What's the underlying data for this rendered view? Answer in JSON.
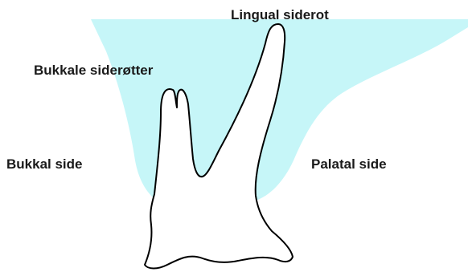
{
  "labels": {
    "lingual_root": "Lingual siderot",
    "buccal_roots": "Bukkale siderøtter",
    "buccal_side": "Bukkal side",
    "palatal_side": "Palatal side"
  },
  "colors": {
    "bone": "#c6f6f8",
    "tooth_fill": "#ffffff",
    "tooth_outline": "#000000",
    "text": "#1a1a1a"
  }
}
